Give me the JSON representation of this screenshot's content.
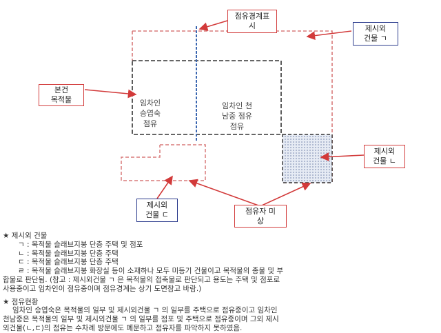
{
  "labels": {
    "inner_left": "임차인\n승엽숙\n점유",
    "inner_right": "임차인 천\n남중 점유\n점유"
  },
  "callouts": {
    "top_center": "점유경계표\n시",
    "top_right": "제시외\n건물 ㄱ",
    "left": "본건\n목적물",
    "right_mid": "제시외\n건물 ㄴ",
    "bottom_left": "제시외\n건물 ㄷ",
    "bottom_center": "점유자 미\n상"
  },
  "notes": {
    "section1_title": "★ 제시외 건물",
    "items": [
      "ㄱ : 목적물 슬래브지붕 단층 주택 및 점포",
      "ㄴ : 목적물 슬래브지붕 단층 주택",
      "ㄷ : 목적물 슬래브지붕 단층 주택",
      "ㄹ : 목적물 슬래브지붕 화장실 등이 소재하나 모두 미등기 건물이고 목적물의 종물 및 부"
    ],
    "section1_tail_1": "합물로 판단됨. (참고 : 제시외건물 ㄱ 은 목적물의 접축물로 판단되고 용도는 주택 및 점포로",
    "section1_tail_2": "사용중이고 임차인이 점유중이며 점유경계는 상기 도면참고 바람.)",
    "section2_title": "★ 점유현황",
    "section2_line1": "임차인 승엽숙은 목적물의 일부 및 제시외건물 ㄱ 의 일부를 주택으로 점유중이고 임차인",
    "section2_line2": "천남중은 목적물의 일부 및 제시외건물 ㄱ 의 일부를 점포 및 주택으로 점유중이며 그외 제시",
    "section2_line3": "외건물(ㄴ,ㄷ)의 점유는 수차례 방문에도 폐문하고 점유자를 파악하지 못하였음."
  },
  "colors": {
    "red": "#d23a3a",
    "dark": "#333333",
    "blue": "#3a66b0",
    "hatch": "#b8c2d8"
  }
}
